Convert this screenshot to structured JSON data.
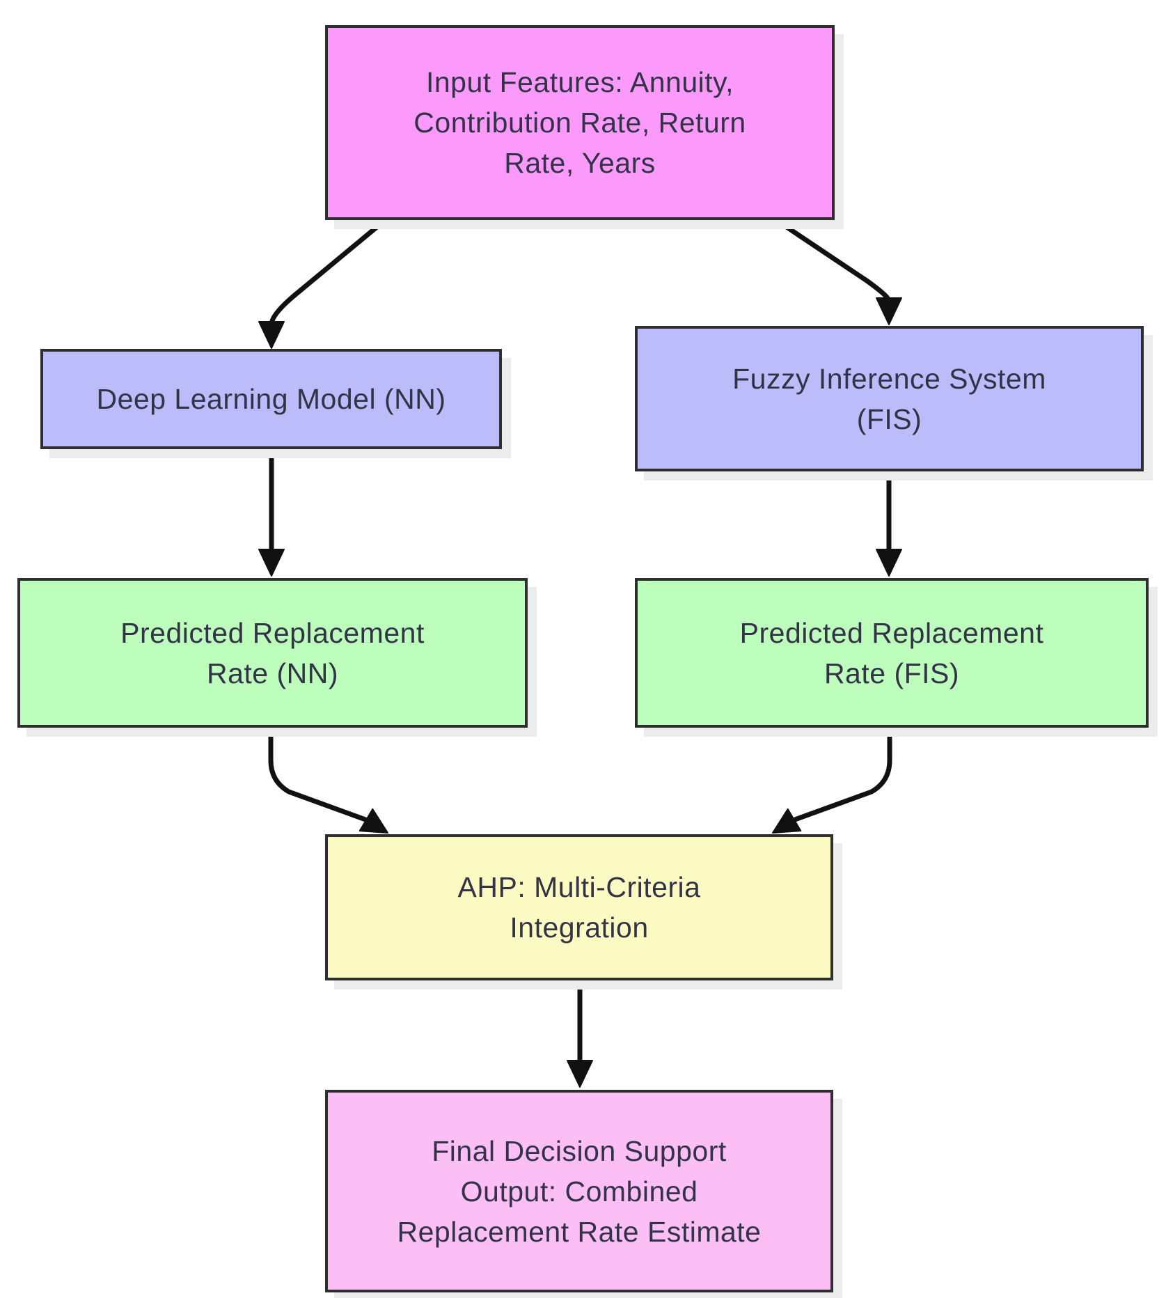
{
  "diagram": {
    "type": "flowchart",
    "colors": {
      "background": "#ffffff",
      "border": "#2e2e2e",
      "text": "#333347",
      "arrow": "#111111",
      "shadow": "#ececec"
    },
    "nodes": {
      "input": {
        "label": "Input Features: Annuity,\nContribution Rate, Return\nRate, Years",
        "fill": "#fb9afb"
      },
      "nn": {
        "label": "Deep Learning Model (NN)",
        "fill": "#bcbcfa"
      },
      "fis": {
        "label": "Fuzzy Inference System\n(FIS)",
        "fill": "#bcbcfa"
      },
      "pred_nn": {
        "label": "Predicted Replacement\nRate (NN)",
        "fill": "#bdfebd"
      },
      "pred_fis": {
        "label": "Predicted Replacement\nRate (FIS)",
        "fill": "#bdfebd"
      },
      "ahp": {
        "label": "AHP: Multi-Criteria\nIntegration",
        "fill": "#fafac2"
      },
      "output": {
        "label": "Final Decision Support\nOutput: Combined\nReplacement Rate Estimate",
        "fill": "#fbbef5"
      }
    },
    "edges": [
      {
        "from": "input",
        "to": "nn"
      },
      {
        "from": "input",
        "to": "fis"
      },
      {
        "from": "nn",
        "to": "pred_nn"
      },
      {
        "from": "fis",
        "to": "pred_fis"
      },
      {
        "from": "pred_nn",
        "to": "ahp"
      },
      {
        "from": "pred_fis",
        "to": "ahp"
      },
      {
        "from": "ahp",
        "to": "output"
      }
    ]
  }
}
